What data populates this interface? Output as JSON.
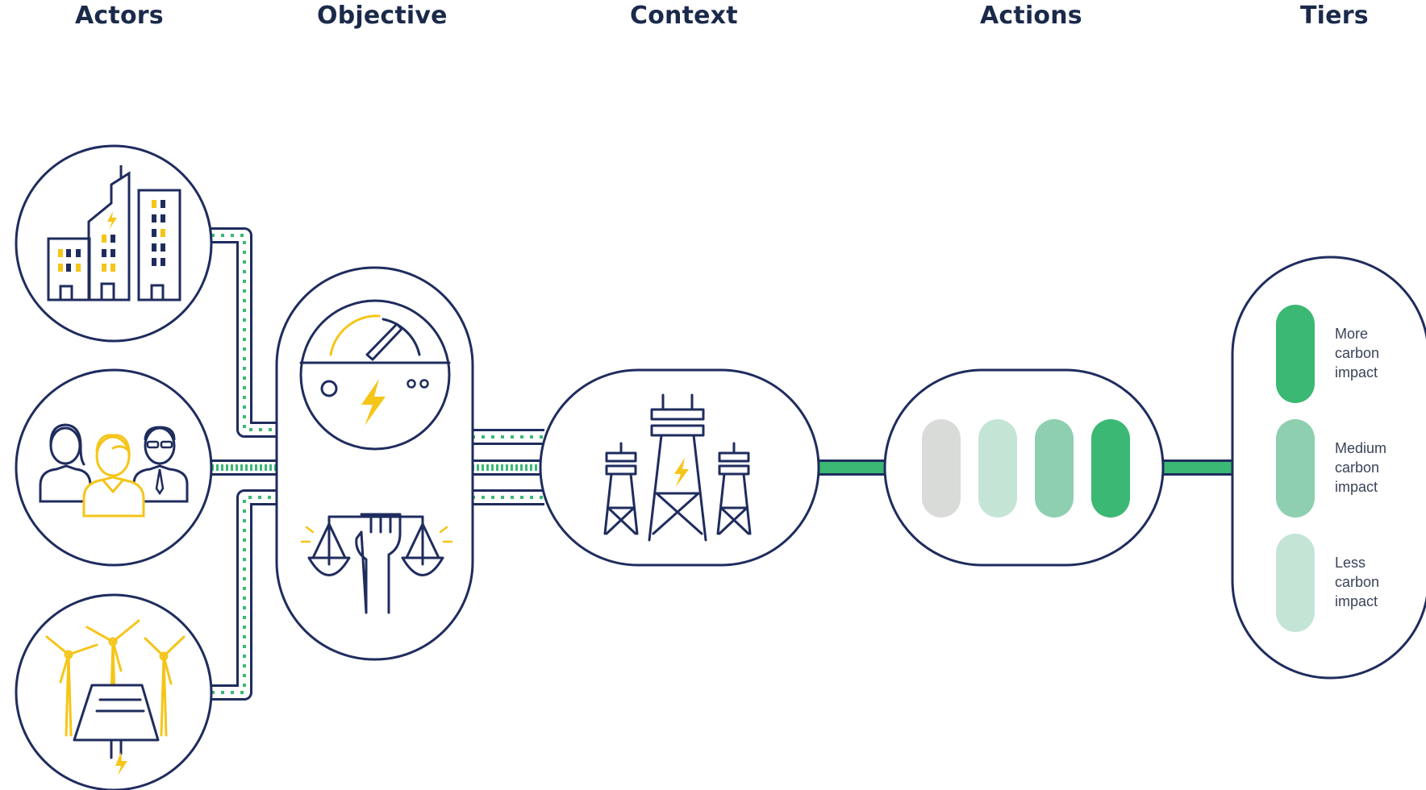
{
  "headers": {
    "actors": "Actors",
    "objective": "Objective",
    "context": "Context",
    "actions": "Actions",
    "tiers": "Tiers"
  },
  "actors": {
    "items": [
      {
        "icon": "city-buildings-icon"
      },
      {
        "icon": "people-group-icon"
      },
      {
        "icon": "wind-solar-icon"
      }
    ]
  },
  "objective": {
    "icons": [
      "power-meter-gauge-icon",
      "fist-balance-scales-icon"
    ]
  },
  "context": {
    "icon": "transmission-towers-icon"
  },
  "actions": {
    "pills": [
      {
        "color": "#d9dbd9"
      },
      {
        "color": "#c4e5d6"
      },
      {
        "color": "#8ecfb0"
      },
      {
        "color": "#3bb873"
      }
    ]
  },
  "tiers": {
    "items": [
      {
        "color": "#3bb873",
        "label": [
          "More",
          "carbon",
          "impact"
        ]
      },
      {
        "color": "#8ecfb0",
        "label": [
          "Medium",
          "carbon",
          "impact"
        ]
      },
      {
        "color": "#c4e5d6",
        "label": [
          "Less",
          "carbon",
          "impact"
        ]
      }
    ]
  },
  "colors": {
    "navy": "#1f2c5e",
    "green": "#3bb873",
    "yellow": "#f5c518"
  }
}
